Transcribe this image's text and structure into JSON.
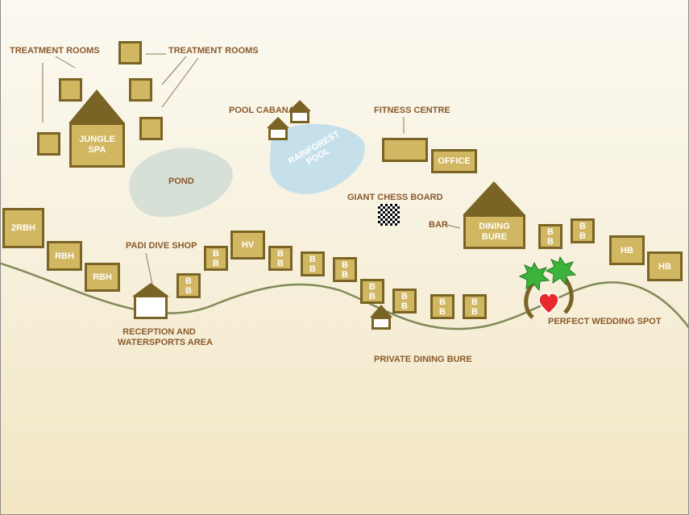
{
  "labels": {
    "treatment_rooms_left": "TREATMENT ROOMS",
    "treatment_rooms_right": "TREATMENT ROOMS",
    "jungle_spa": "JUNGLE SPA",
    "pond": "POND",
    "pool_cabanas": "POOL CABANAS",
    "rainforest_pool": "RAINFOREST POOL",
    "fitness_centre": "FITNESS CENTRE",
    "office": "OFFICE",
    "giant_chess_board": "GIANT CHESS BOARD",
    "bar": "BAR",
    "dining_bure": "DINING BURE",
    "padi_dive_shop": "PADI DIVE SHOP",
    "reception_line1": "RECEPTION AND",
    "reception_line2": "WATERSPORTS AREA",
    "private_dining_bure": "PRIVATE DINING BURE",
    "perfect_wedding_spot": "PERFECT WEDDING SPOT"
  },
  "buildings": {
    "rbh2": "2RBH",
    "rbh_a": "RBH",
    "rbh_b": "RBH",
    "hv": "HV",
    "hb_a": "HB",
    "hb_b": "HB",
    "bb_letter": "B"
  },
  "colors": {
    "building_fill": "#d2b763",
    "building_border": "#7a6425",
    "roof": "#7a6425",
    "label_text": "#8a5a2c",
    "water": "#c5e0ea",
    "pond": "#d6e0d6",
    "path_line": "#7f8a59",
    "palm_leaves": "#3cb43c",
    "heart": "#e8282d"
  }
}
